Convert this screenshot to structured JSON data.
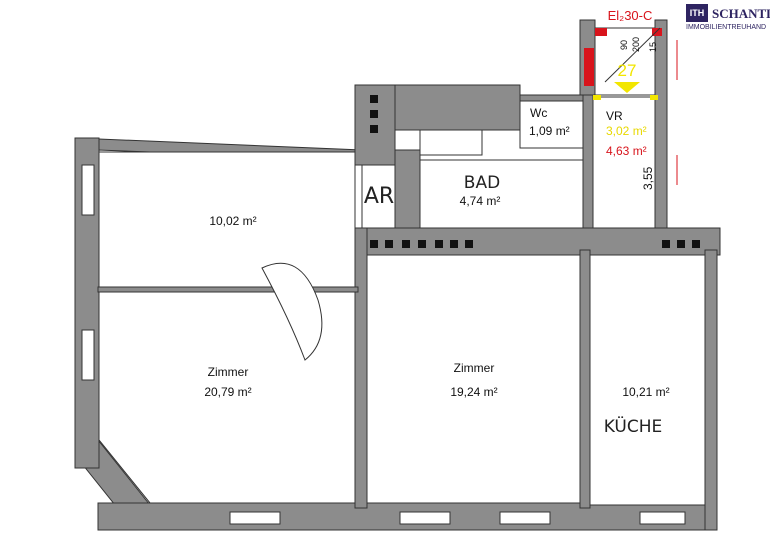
{
  "logo": {
    "mark": "ITH",
    "name": "SCHANTL",
    "tagline": "IMMOBILIENTREUHAND",
    "color": "#2e2461"
  },
  "stair": {
    "label": "El₂30-C",
    "dims": [
      "90",
      "200",
      "15"
    ],
    "number": "27"
  },
  "rooms": {
    "top_left": {
      "area": "10,02 m²"
    },
    "zimmer1": {
      "name": "Zimmer",
      "area": "20,79 m²"
    },
    "zimmer2": {
      "name": "Zimmer",
      "area": "19,24 m²"
    },
    "kueche": {
      "area": "10,21 m²",
      "name": "KÜCHE"
    },
    "bad": {
      "name": "BAD",
      "area": "4,74 m²"
    },
    "ar": {
      "name": "AR"
    },
    "wc": {
      "name": "Wc",
      "area": "1,09 m²"
    },
    "vr": {
      "name": "VR",
      "area_old": "3,02 m²",
      "area_new": "4,63 m²",
      "dim": "3,55"
    }
  },
  "colors": {
    "wall": "#8c8c8c",
    "red": "#d8141c",
    "yellow": "#f2e600"
  }
}
